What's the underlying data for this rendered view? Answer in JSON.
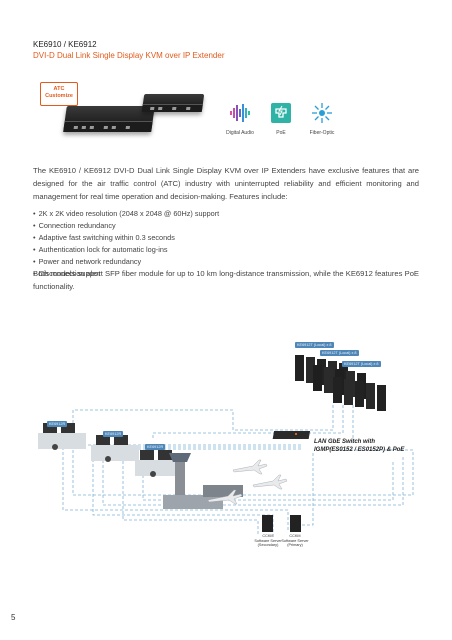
{
  "header": {
    "model": "KE6910 / KE6912",
    "product_name": "DVI-D Dual Link Single Display KVM over IP Extender"
  },
  "badge": {
    "line1": "ATC",
    "line2": "Customize"
  },
  "features_icons": [
    {
      "label": "Digital Audio",
      "icon": "digital-audio-icon",
      "color": "#8a4fb8"
    },
    {
      "label": "PoE",
      "icon": "poe-icon",
      "color": "#2fb3a6"
    },
    {
      "label": "Fiber-Optic",
      "icon": "fiber-optic-icon",
      "color": "#2a9fd6"
    }
  ],
  "intro": "The KE6910 / KE6912 DVI-D Dual Link Single Display KVM over IP Extenders have exclusive features that are designed for the air traffic control (ATC) industry with uninterrupted reliability and efficient monitoring and management for real time operation and decision-making. Features include:",
  "feature_list": [
    "2K x 2K video resolution (2048 x 2048 @ 60Hz) support",
    "Connection redundancy",
    "Adaptive fast switching within 0.3 seconds",
    "Authentication lock for automatic log-ins",
    "Power and network redundancy",
    "Disconnection alert"
  ],
  "closing": "Both models support SFP fiber module for up to 10 km long-distance transmission, while the KE6912 features PoE functionality.",
  "diagram": {
    "tags": [
      "KE6912T (Local) x 8",
      "KE6912T (Local) x 8",
      "KE6912T (Local) x 8",
      "KE6912R",
      "KE6912R",
      "KE6912R"
    ],
    "switch_label_line1": "LAN GbE Switch with",
    "switch_label_line2": "IGMP(ES0152 / ES0152P) & PoE",
    "server_labels": [
      {
        "line1": "CCKM",
        "line2": "Software Server",
        "line3": "(Secondary)"
      },
      {
        "line1": "CCKM",
        "line2": "Software Server",
        "line3": "(Primary)"
      }
    ],
    "colors": {
      "link": "#7fb3d9",
      "tag": "#4f86b8"
    }
  },
  "page_number": "5",
  "accent_color": "#e25a1c"
}
